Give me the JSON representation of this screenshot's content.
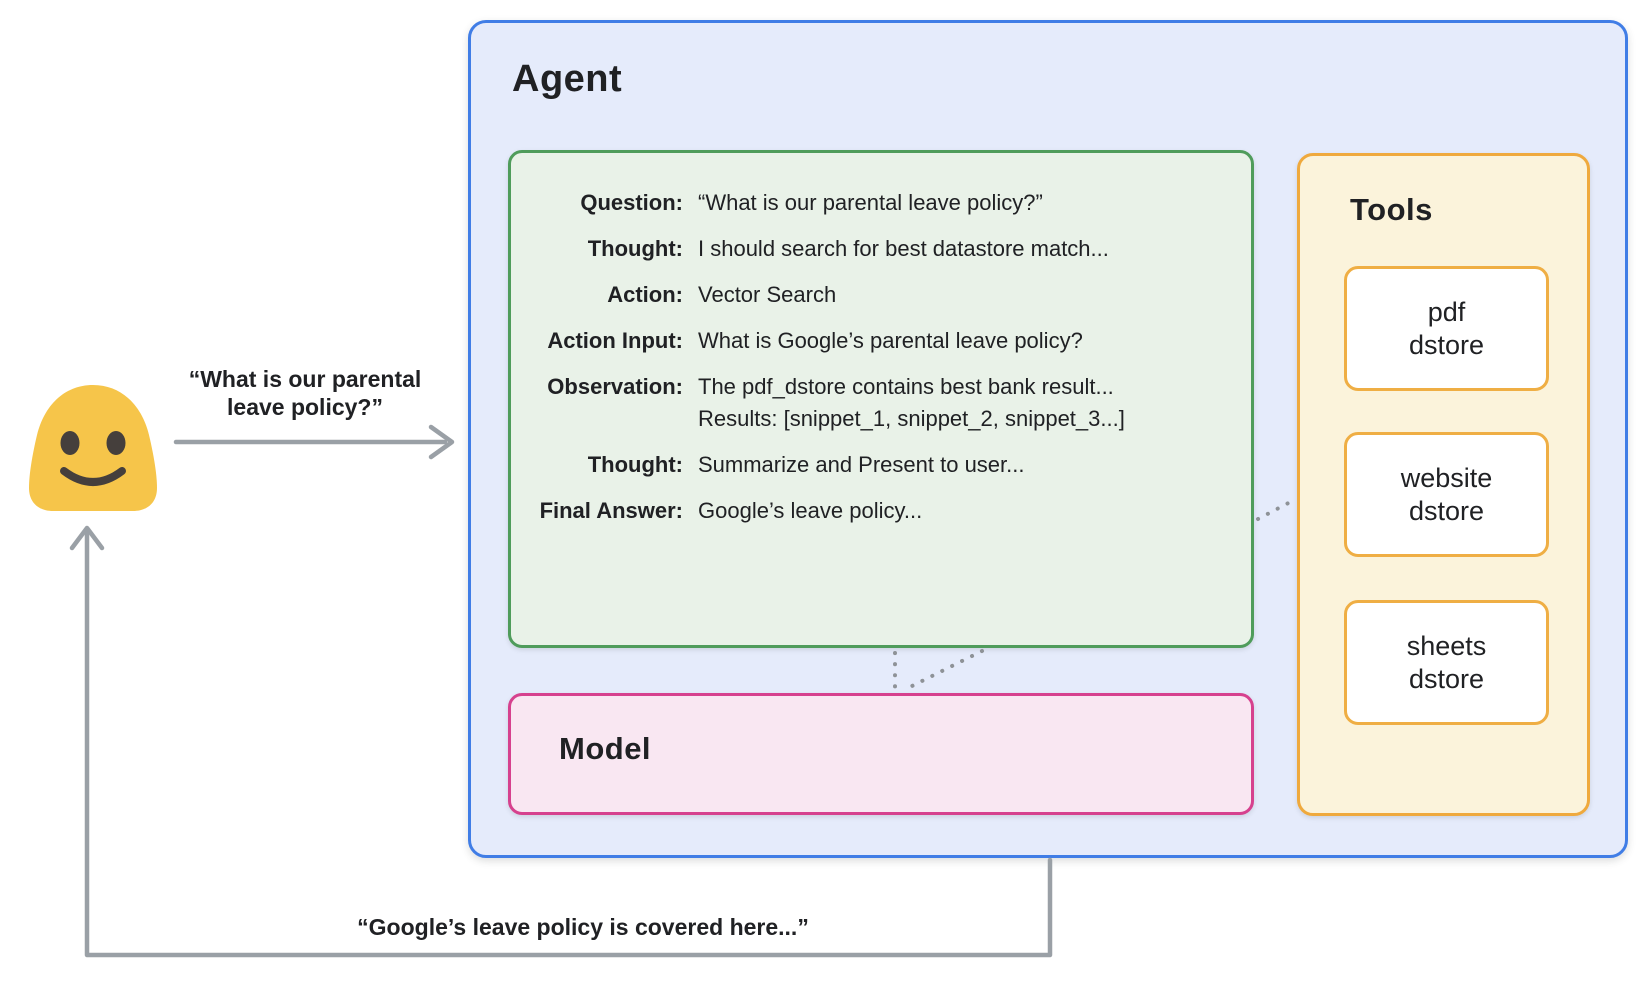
{
  "agent": {
    "title": "Agent",
    "trace": {
      "rows": [
        {
          "label": "Question:",
          "value": "“What is our parental leave policy?”"
        },
        {
          "label": "Thought:",
          "value": "I should search for best datastore match..."
        },
        {
          "label": "Action:",
          "value": "Vector Search"
        },
        {
          "label": "Action Input:",
          "value": "What is Google’s parental leave policy?"
        },
        {
          "label": "Observation:",
          "value": "The pdf_dstore contains best bank result...\nResults: [snippet_1, snippet_2, snippet_3...]"
        },
        {
          "label": "Thought:",
          "value": "Summarize and Present to user..."
        },
        {
          "label": "Final Answer:",
          "value": "Google’s leave policy..."
        }
      ]
    },
    "model": {
      "title": "Model"
    },
    "tools": {
      "title": "Tools",
      "items": [
        {
          "label": "pdf\ndstore"
        },
        {
          "label": "website\ndstore"
        },
        {
          "label": "sheets\ndstore"
        }
      ]
    }
  },
  "user": {
    "emoji_icon": "smiling-blob-face",
    "request_label": "“What is our parental\nleave policy?”",
    "response_label": "“Google’s leave policy is covered here...”"
  },
  "colors": {
    "agent_fill": "#E5EBFB",
    "agent_border": "#407DE6",
    "trace_fill": "#E9F2E8",
    "trace_border": "#4F9C5B",
    "model_fill": "#F9E7F2",
    "model_border": "#D6418E",
    "tools_fill": "#FBF3DB",
    "tools_border": "#EFA93D",
    "tool_card_border": "#EFAE44",
    "arrow_gray": "#9AA0A6",
    "dotted_gray": "#8E9297",
    "emoji_body": "#F6C54A",
    "emoji_features": "#453F3C",
    "text": "#202124"
  }
}
